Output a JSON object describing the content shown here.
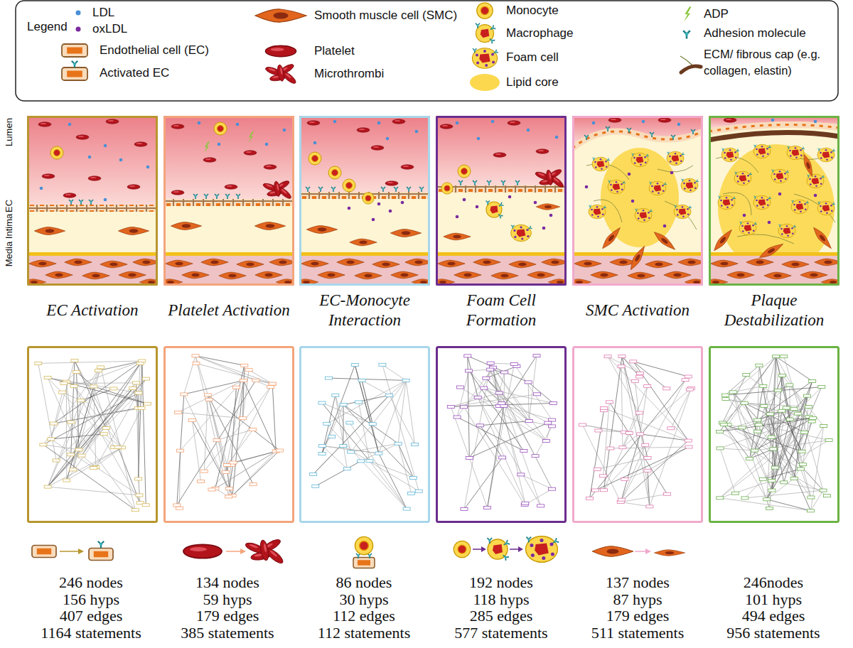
{
  "diagram": {
    "nodes": [
      {
        "text": [
          "EC Activation"
        ]
      },
      {
        "text": [
          "Platelet Activation"
        ]
      },
      {
        "text": [
          "EC-Monocyte Interaction"
        ]
      },
      {
        "text": [
          "Foam Cell Formation"
        ]
      },
      {
        "text": [
          "SMC Activation"
        ]
      },
      {
        "text": [
          "Plaque Destabilization"
        ]
      }
    ],
    "labels": [
      "Legend",
      "Lumen",
      "EC",
      "Media Intima",
      "246 nodes",
      "156 hyps",
      "407 edges",
      "1164 statements",
      "134 nodes",
      "59 hyps",
      "179 edges",
      "385 statements",
      "86 nodes",
      "30 hyps",
      "112 edges",
      "112 statements",
      "192 nodes",
      "118 hyps",
      "285 edges",
      "577 statements",
      "137 nodes",
      "87 hyps",
      "179 edges",
      "511 statements",
      "246nodes",
      "101 hyps",
      "494 edges",
      "956 statements"
    ],
    "legend": [
      {
        "text": "LDL",
        "color": "#4a8fd6"
      },
      {
        "text": "oxLDL",
        "color": "#7b2ba0"
      },
      {
        "text": "Endothelial cell (EC)"
      },
      {
        "text": "Activated EC"
      },
      {
        "text": "Smooth muscle cell (SMC)"
      },
      {
        "text": "Platelet"
      },
      {
        "text": "Microthrombi"
      },
      {
        "text": "Monocyte"
      },
      {
        "text": "Macrophage"
      },
      {
        "text": "Foam cell"
      },
      {
        "text": "Lipid core",
        "color": "#fcd84e"
      },
      {
        "text": "ADP"
      },
      {
        "text": "Adhesion molecule"
      },
      {
        "text": "ECM/ fibrous cap (e.g. collagen, elastin)"
      }
    ]
  }
}
